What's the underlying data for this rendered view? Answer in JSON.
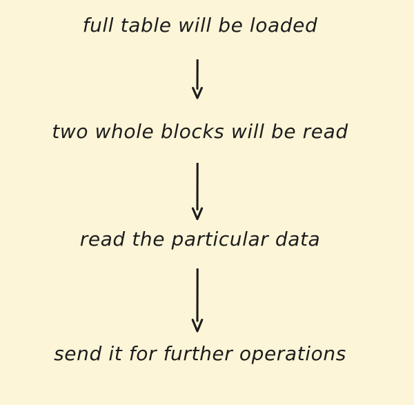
{
  "diagram": {
    "title": "",
    "background_color": "#FCF5D8",
    "text_color": "#1C1C1C",
    "arrow_color": "#1C1C1C",
    "style": "handwritten-flowchart",
    "orientation": "vertical-top-to-bottom",
    "steps": [
      {
        "id": "step-1",
        "label": "full table will be loaded"
      },
      {
        "id": "step-2",
        "label": "two whole blocks will be read"
      },
      {
        "id": "step-3",
        "label": "read the particular data"
      },
      {
        "id": "step-4",
        "label": "send it for further operations"
      }
    ],
    "connectors": [
      {
        "id": "arrow-1",
        "from": "step-1",
        "to": "step-2",
        "direction": "down"
      },
      {
        "id": "arrow-2",
        "from": "step-2",
        "to": "step-3",
        "direction": "down"
      },
      {
        "id": "arrow-3",
        "from": "step-3",
        "to": "step-4",
        "direction": "down"
      }
    ]
  }
}
